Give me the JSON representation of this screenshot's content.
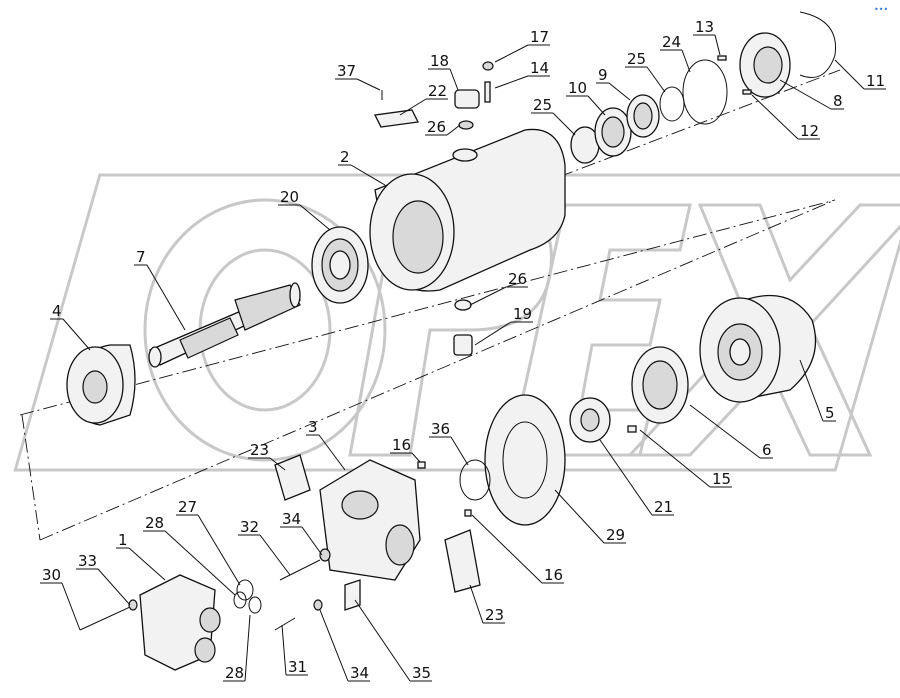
{
  "watermark": "OPEX",
  "corner_mark": "•••",
  "callouts": [
    "1",
    "2",
    "3",
    "4",
    "5",
    "6",
    "7",
    "8",
    "9",
    "10",
    "11",
    "12",
    "13",
    "14",
    "15",
    "16",
    "16",
    "17",
    "18",
    "19",
    "20",
    "21",
    "22",
    "23",
    "23",
    "24",
    "25",
    "25",
    "26",
    "26",
    "27",
    "28",
    "28",
    "29",
    "30",
    "31",
    "32",
    "33",
    "34",
    "34",
    "35",
    "36",
    "37"
  ]
}
